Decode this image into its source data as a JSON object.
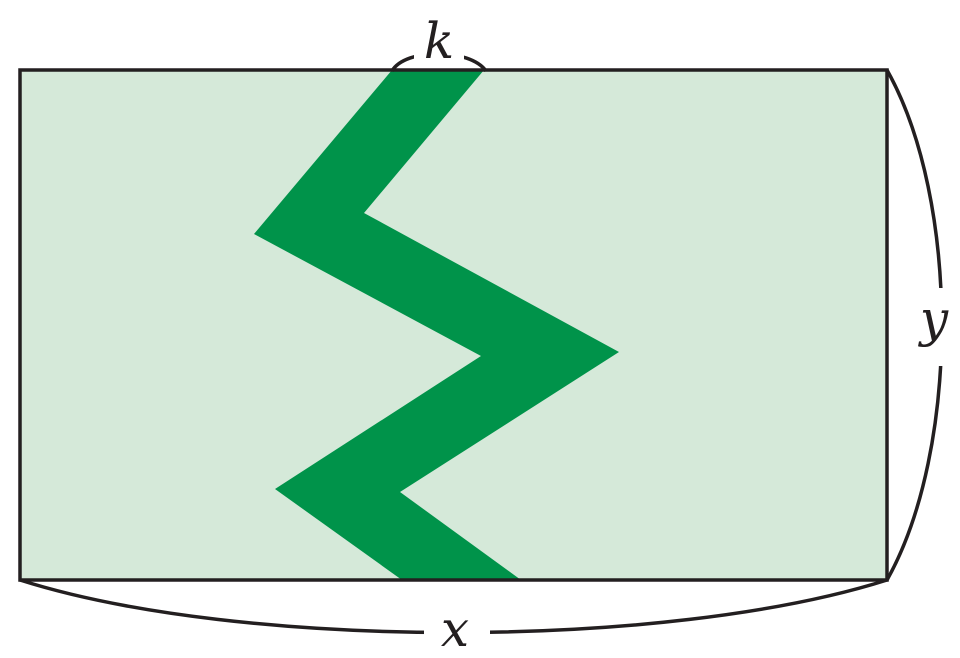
{
  "labels": {
    "top_width": "k",
    "side_height": "y",
    "bottom_width": "x"
  },
  "colors": {
    "rectangle_fill": "#d5e9d9",
    "path_fill": "#00934a",
    "stroke": "#231f20",
    "label_background": "#ffffff"
  }
}
